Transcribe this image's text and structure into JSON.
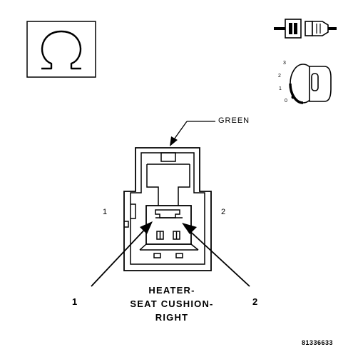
{
  "wire_color": "GREEN",
  "side_pins": {
    "left": "1",
    "right": "2"
  },
  "callouts": {
    "pin_1": "1",
    "pin_2": "2"
  },
  "connector_name": [
    "HEATER-",
    "SEAT CUSHION-",
    "RIGHT"
  ],
  "position_markers": [
    "3",
    "2",
    "1",
    "0"
  ],
  "figure_id": "81336633",
  "icons": {
    "ohm": "ohm-symbol-icon",
    "connector": "connector-halves-icon",
    "ignition": "ignition-key-icon"
  }
}
